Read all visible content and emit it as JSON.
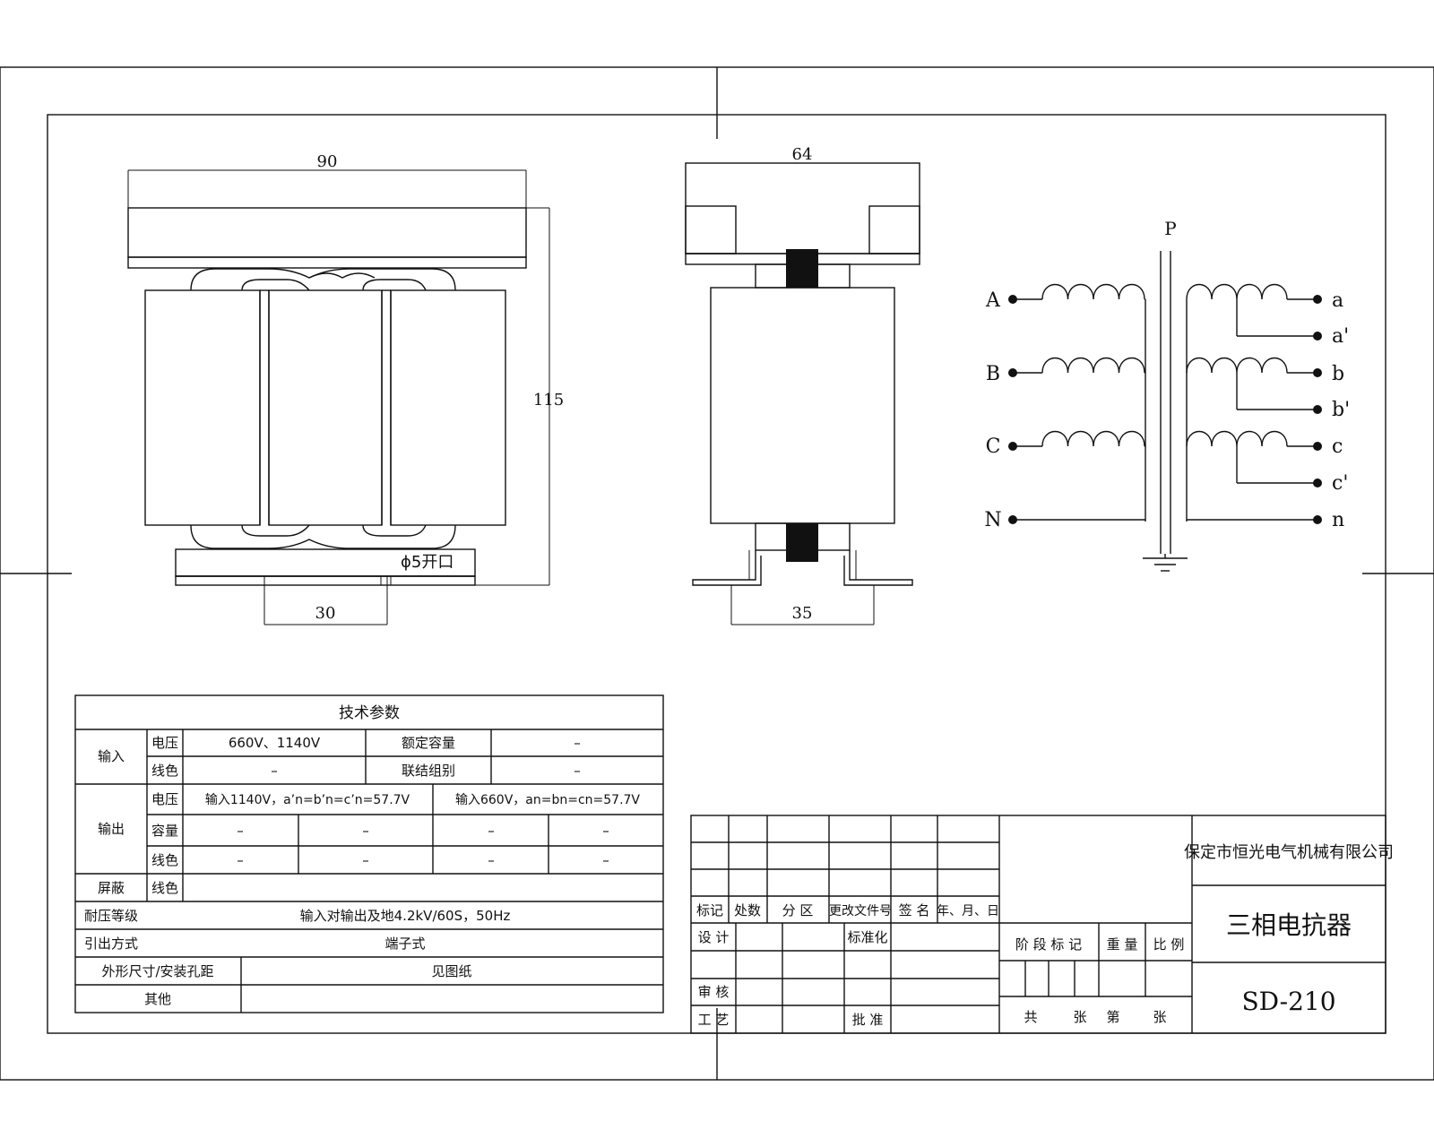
{
  "front_view": {
    "dim_width": "90",
    "dim_height": "115",
    "dim_mount": "30",
    "hole_note": "ϕ5开口"
  },
  "side_view": {
    "dim_width": "64",
    "dim_mount": "35"
  },
  "schematic": {
    "core_label": "P",
    "inputs": [
      "A",
      "B",
      "C",
      "N"
    ],
    "outputs": [
      "a",
      "a'",
      "b",
      "b'",
      "c",
      "c'",
      "n"
    ]
  },
  "tech_params": {
    "title": "技术参数",
    "input": {
      "label": "输入",
      "voltage_label": "电压",
      "voltage": "660V、1140V",
      "rated_capacity_label": "额定容量",
      "rated_capacity": "–",
      "wire_color_label": "线色",
      "wire_color": "–",
      "connection_label": "联结组别",
      "connection": "–"
    },
    "output": {
      "label": "输出",
      "voltage_label": "电压",
      "voltage_1": "输入1140V，a’n=b’n=c’n=57.7V",
      "voltage_2": "输入660V，an=bn=cn=57.7V",
      "capacity_label": "容量",
      "capacity": [
        "–",
        "–",
        "–",
        "–"
      ],
      "wire_color_label": "线色",
      "wire_color": [
        "–",
        "–",
        "–",
        "–"
      ]
    },
    "shield": {
      "label": "屏蔽",
      "wire_color_label": "线色",
      "value": ""
    },
    "withstand": {
      "label": "耐压等级",
      "value": "输入对输出及地4.2kV/60S，50Hz"
    },
    "lead": {
      "label": "引出方式",
      "value": "端子式"
    },
    "dimensions": {
      "label": "外形尺寸/安装孔距",
      "value": "见图纸"
    },
    "other": {
      "label": "其他",
      "value": ""
    }
  },
  "title_block": {
    "rev_headers": [
      "标记",
      "处数",
      "分 区",
      "更改文件号",
      "签 名",
      "年、月、日"
    ],
    "design": "设 计",
    "standardize": "标准化",
    "review": "审 核",
    "process": "工 艺",
    "approve": "批 准",
    "stage_headers": [
      "阶 段 标 记",
      "重 量",
      "比 例"
    ],
    "sheets": [
      "共",
      "张",
      "第",
      "张"
    ],
    "company": "保定市恒光电气机械有限公司",
    "product_name": "三相电抗器",
    "drawing_no": "SD-210"
  }
}
